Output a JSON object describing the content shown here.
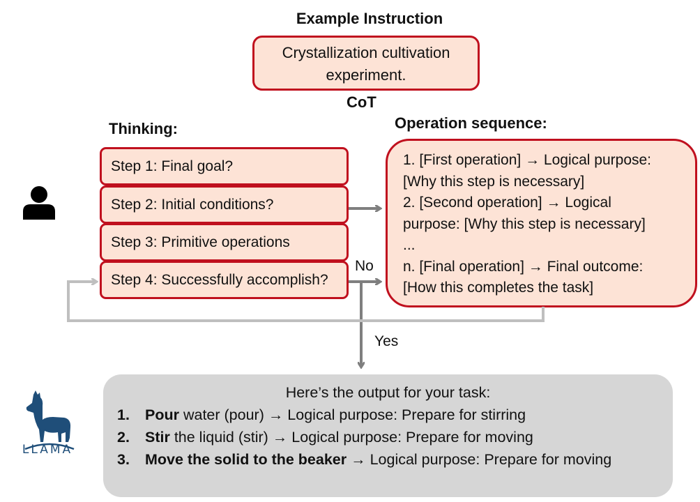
{
  "title": "Example Instruction",
  "instruction": [
    "Crystallization cultivation",
    "experiment."
  ],
  "cot_label": "CoT",
  "thinking": {
    "heading": "Thinking:",
    "steps": [
      "Step 1: Final goal?",
      "Step 2: Initial conditions?",
      "Step 3: Primitive operations",
      "Step 4: Successfully accomplish?"
    ]
  },
  "operations": {
    "heading": "Operation sequence:",
    "lines": [
      "1. [First operation] → Logical purpose:",
      "[Why this step is necessary]",
      "2. [Second operation] → Logical",
      "purpose: [Why this step is necessary]",
      "...",
      "n. [Final operation] → Final outcome:",
      "[How this completes the task]"
    ]
  },
  "branch_no": "No",
  "branch_yes": "Yes",
  "output": {
    "heading": "Here’s the output for your task:",
    "items": [
      {
        "num": "1.",
        "bold": "Pour",
        "text": " water (pour) → Logical purpose: Prepare for stirring"
      },
      {
        "num": "2.",
        "bold": "Stir",
        "text": " the liquid (stir) → Logical purpose: Prepare for moving"
      },
      {
        "num": "3.",
        "bold": "Move the solid to the beaker",
        "text": " → Logical purpose: Prepare for moving"
      }
    ]
  },
  "logo_text": "LLAMA",
  "icons": [
    "person-icon",
    "llama-logo-icon"
  ],
  "colors": {
    "box_fill": "#fde3d6",
    "box_border": "#c0101e",
    "output_fill": "#d6d6d6",
    "arrow_dark": "#7f7f7f",
    "arrow_light": "#bfbfbf",
    "logo_blue": "#1f4e79"
  }
}
